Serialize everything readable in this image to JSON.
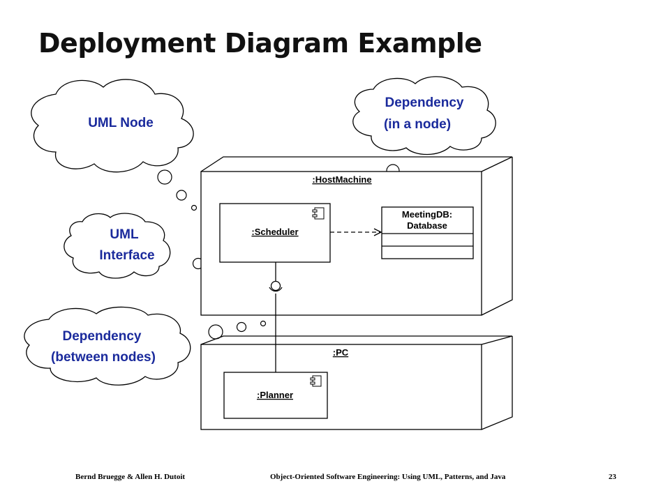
{
  "slide": {
    "title": "Deployment Diagram Example"
  },
  "callouts": {
    "uml_node": "UML Node",
    "dependency_in_node": [
      "Dependency",
      "(in a node)"
    ],
    "uml_interface": [
      "UML",
      "Interface"
    ],
    "dependency_between_nodes": [
      "Dependency",
      "(between nodes)"
    ]
  },
  "diagram": {
    "host_node": ":HostMachine",
    "pc_node": ":PC",
    "scheduler": ":Scheduler",
    "database": [
      "MeetingDB:",
      "Database"
    ],
    "planner": ":Planner"
  },
  "footer": {
    "authors": "Bernd Bruegge & Allen H. Dutoit",
    "book": "Object-Oriented Software Engineering: Using UML, Patterns, and Java",
    "page": "23"
  },
  "colors": {
    "callout_text": "#1a2a9c",
    "line": "#000000"
  }
}
